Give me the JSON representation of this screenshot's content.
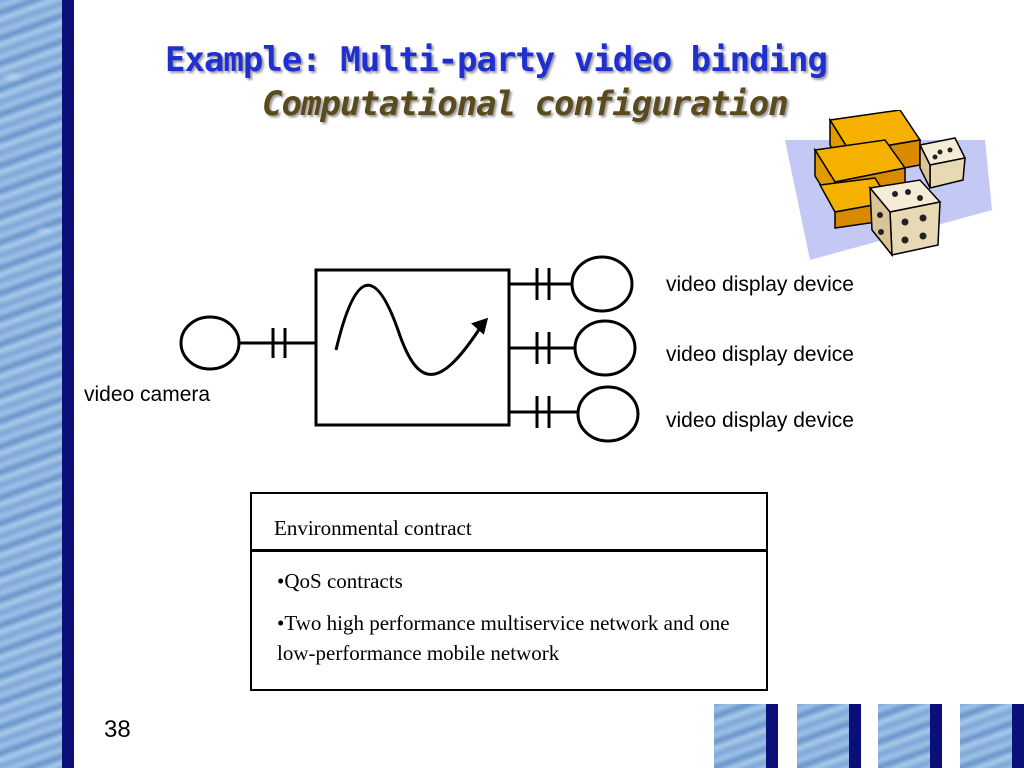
{
  "slide": {
    "title": "Example: Multi-party video binding",
    "subtitle": "Computational configuration",
    "page_number": "38"
  },
  "diagram": {
    "source_label": "video camera",
    "display_labels": [
      "video display device",
      "video display device",
      "video display device"
    ]
  },
  "environmental_contract": {
    "header": "Environmental contract",
    "items": [
      "•QoS contracts",
      "•Two high performance multiservice network and one low-performance mobile network"
    ]
  },
  "clipart": {
    "icon": "gold-bars-and-dice-icon"
  },
  "colors": {
    "title": "#1f2fd0",
    "subtitle": "#5a4a1c",
    "sidebar_dark": "#0a0f7a",
    "sidebar_light": "#8fb4e0"
  }
}
